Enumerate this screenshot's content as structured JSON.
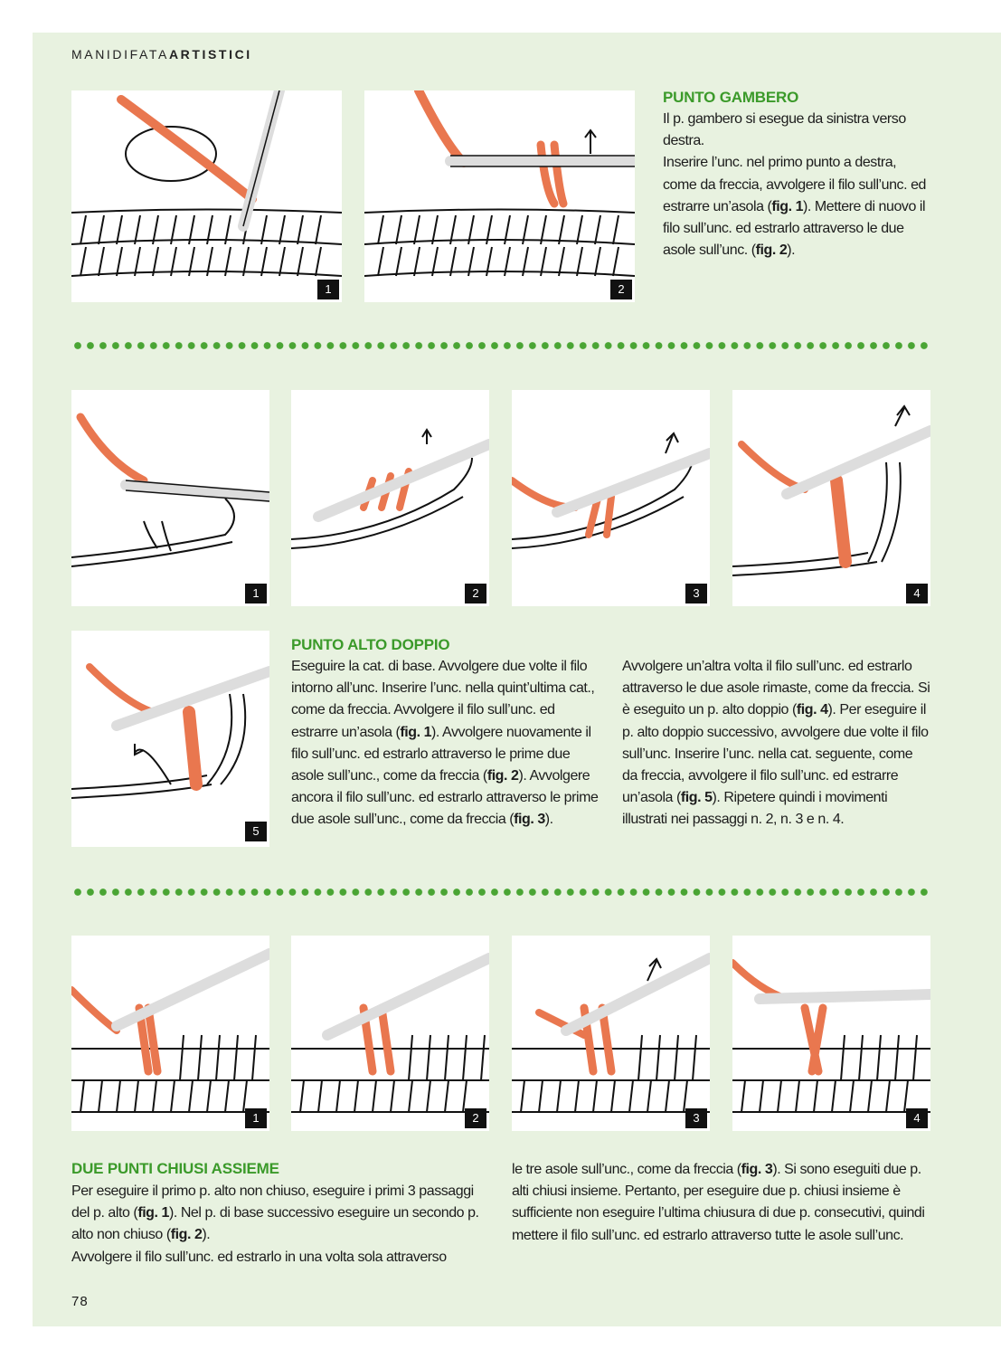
{
  "header": {
    "prefix": "MANIDIFATA",
    "suffix": "ARTISTICI"
  },
  "page_number": "78",
  "gambero": {
    "title": "PUNTO GAMBERO",
    "p1_a": "Il p. gambero si esegue da sinistra verso destra.",
    "p2_a": "Inserire l’unc. nel primo punto a destra, come da freccia, avvolgere il filo sull’unc. ed estrarre un’asola (",
    "p2_fig1": "fig. 1",
    "p2_b": "). Mettere di nuovo il filo sull’unc. ed estrarlo attraverso le due asole sull’unc. (",
    "p2_fig2": "fig. 2",
    "p2_c": ").",
    "fig_nums": [
      "1",
      "2"
    ]
  },
  "alto_doppio": {
    "title": "PUNTO ALTO DOPPIO",
    "fig_nums": [
      "1",
      "2",
      "3",
      "4",
      "5"
    ],
    "col1_a": "Eseguire la cat. di base. Avvolgere due volte il filo intorno all’unc. Inserire l’unc. nella quint’ultima cat., come da freccia. Avvolgere il filo sull’unc. ed estrarre un’asola (",
    "col1_fig1": "fig. 1",
    "col1_b": "). Avvolgere nuovamente il filo sull’unc. ed estrarlo attraverso le prime due asole sull’unc., come da freccia (",
    "col1_fig2": "fig. 2",
    "col1_c": "). Avvolgere ancora il filo sull’unc. ed estrarlo attraverso le prime due asole sull’unc., come da freccia (",
    "col1_fig3": "fig. 3",
    "col1_d": ").",
    "col2_a": "Avvolgere un’altra volta il filo sull’unc. ed estrarlo attraverso le due asole rimaste, come da freccia. Si è eseguito un p. alto doppio (",
    "col2_fig4": "fig. 4",
    "col2_b": "). Per eseguire il p. alto doppio successivo, avvolgere due volte il filo sull’unc. Inserire l’unc. nella cat. seguente, come da freccia, avvolgere il filo sull’unc. ed estrarre un’asola (",
    "col2_fig5": "fig. 5",
    "col2_c": "). Ripetere quindi i movimenti illustrati nei passaggi n. 2, n. 3 e n. 4."
  },
  "chiusi": {
    "title": "DUE PUNTI CHIUSI ASSIEME",
    "fig_nums": [
      "1",
      "2",
      "3",
      "4"
    ],
    "col1_a": "Per eseguire il primo p. alto non chiuso, eseguire i primi 3 passaggi del p. alto (",
    "col1_fig1": "fig. 1",
    "col1_b": "). Nel p. di base successivo eseguire un secondo p. alto non chiuso (",
    "col1_fig2": "fig. 2",
    "col1_c": ").",
    "col1_d": "Avvolgere il filo sull’unc. ed estrarlo in una volta sola attraverso",
    "col2_a": "le tre asole sull’unc., come da freccia (",
    "col2_fig3": "fig. 3",
    "col2_b": "). Si sono eseguiti due p. alti chiusi insieme. Pertanto, per eseguire due p. chiusi insieme è sufficiente non eseguire l’ultima chiusura di due p. consecutivi, quindi mettere il filo sull’unc. ed estrarlo attraverso tutte le asole sull’unc."
  },
  "colors": {
    "background": "#e8f2e0",
    "accent_green": "#3b9a2a",
    "dot_green": "#4aa534",
    "yarn_orange": "#e9774f"
  }
}
